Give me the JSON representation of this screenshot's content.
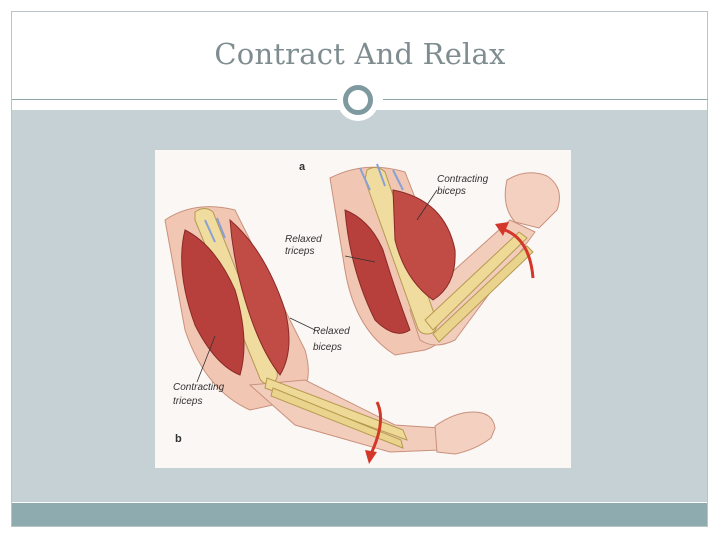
{
  "slide": {
    "title": "Contract And Relax"
  },
  "figure": {
    "panel_a_letter": "a",
    "panel_b_letter": "b",
    "labels": {
      "contracting_biceps_1": "Contracting",
      "contracting_biceps_2": "biceps",
      "relaxed_triceps_1": "Relaxed",
      "relaxed_triceps_2": "triceps",
      "relaxed_biceps_1": "Relaxed",
      "relaxed_biceps_2": "biceps",
      "contracting_triceps_1": "Contracting",
      "contracting_triceps_2": "triceps"
    }
  }
}
